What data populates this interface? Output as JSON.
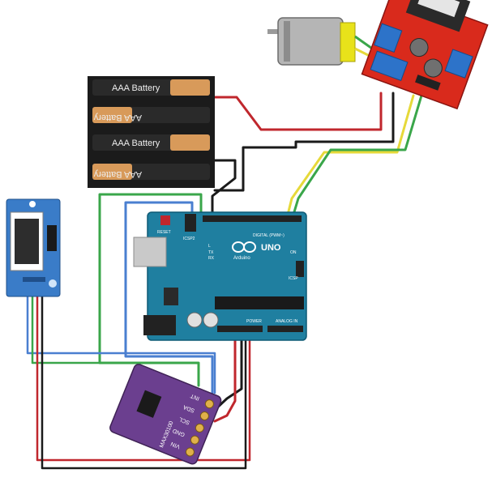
{
  "battery_pack": {
    "cells": [
      {
        "label": "AAA Battery"
      },
      {
        "label": "AAA Battery"
      },
      {
        "label": "AAA Battery"
      },
      {
        "label": "AAA Battery"
      }
    ]
  },
  "arduino": {
    "logo_text": "UNO",
    "brand": "Arduino",
    "reset_label": "RESET",
    "icsp2_label": "ICSP2",
    "icsp_label": "ICSP",
    "digital_label": "DIGITAL (PWM~)",
    "power_label": "POWER",
    "analog_label": "ANALOG IN",
    "tx_label": "TX",
    "rx_label": "RX",
    "l_label": "L",
    "on_label": "ON"
  },
  "sensor_board": {
    "pins": [
      "INT",
      "SDA",
      "SCL",
      "GND",
      "VIN"
    ],
    "model": "MAX30100"
  },
  "colors": {
    "wire_red": "#c0272d",
    "wire_black": "#1a1a1a",
    "wire_green": "#3aa64a",
    "wire_blue": "#4a7fd0",
    "wire_yellow": "#e6d93a",
    "arduino_blue": "#1f7fa0",
    "driver_red": "#d92a1c",
    "sensor_purple": "#6b3f8f",
    "oled_blue": "#3a7cc8"
  }
}
